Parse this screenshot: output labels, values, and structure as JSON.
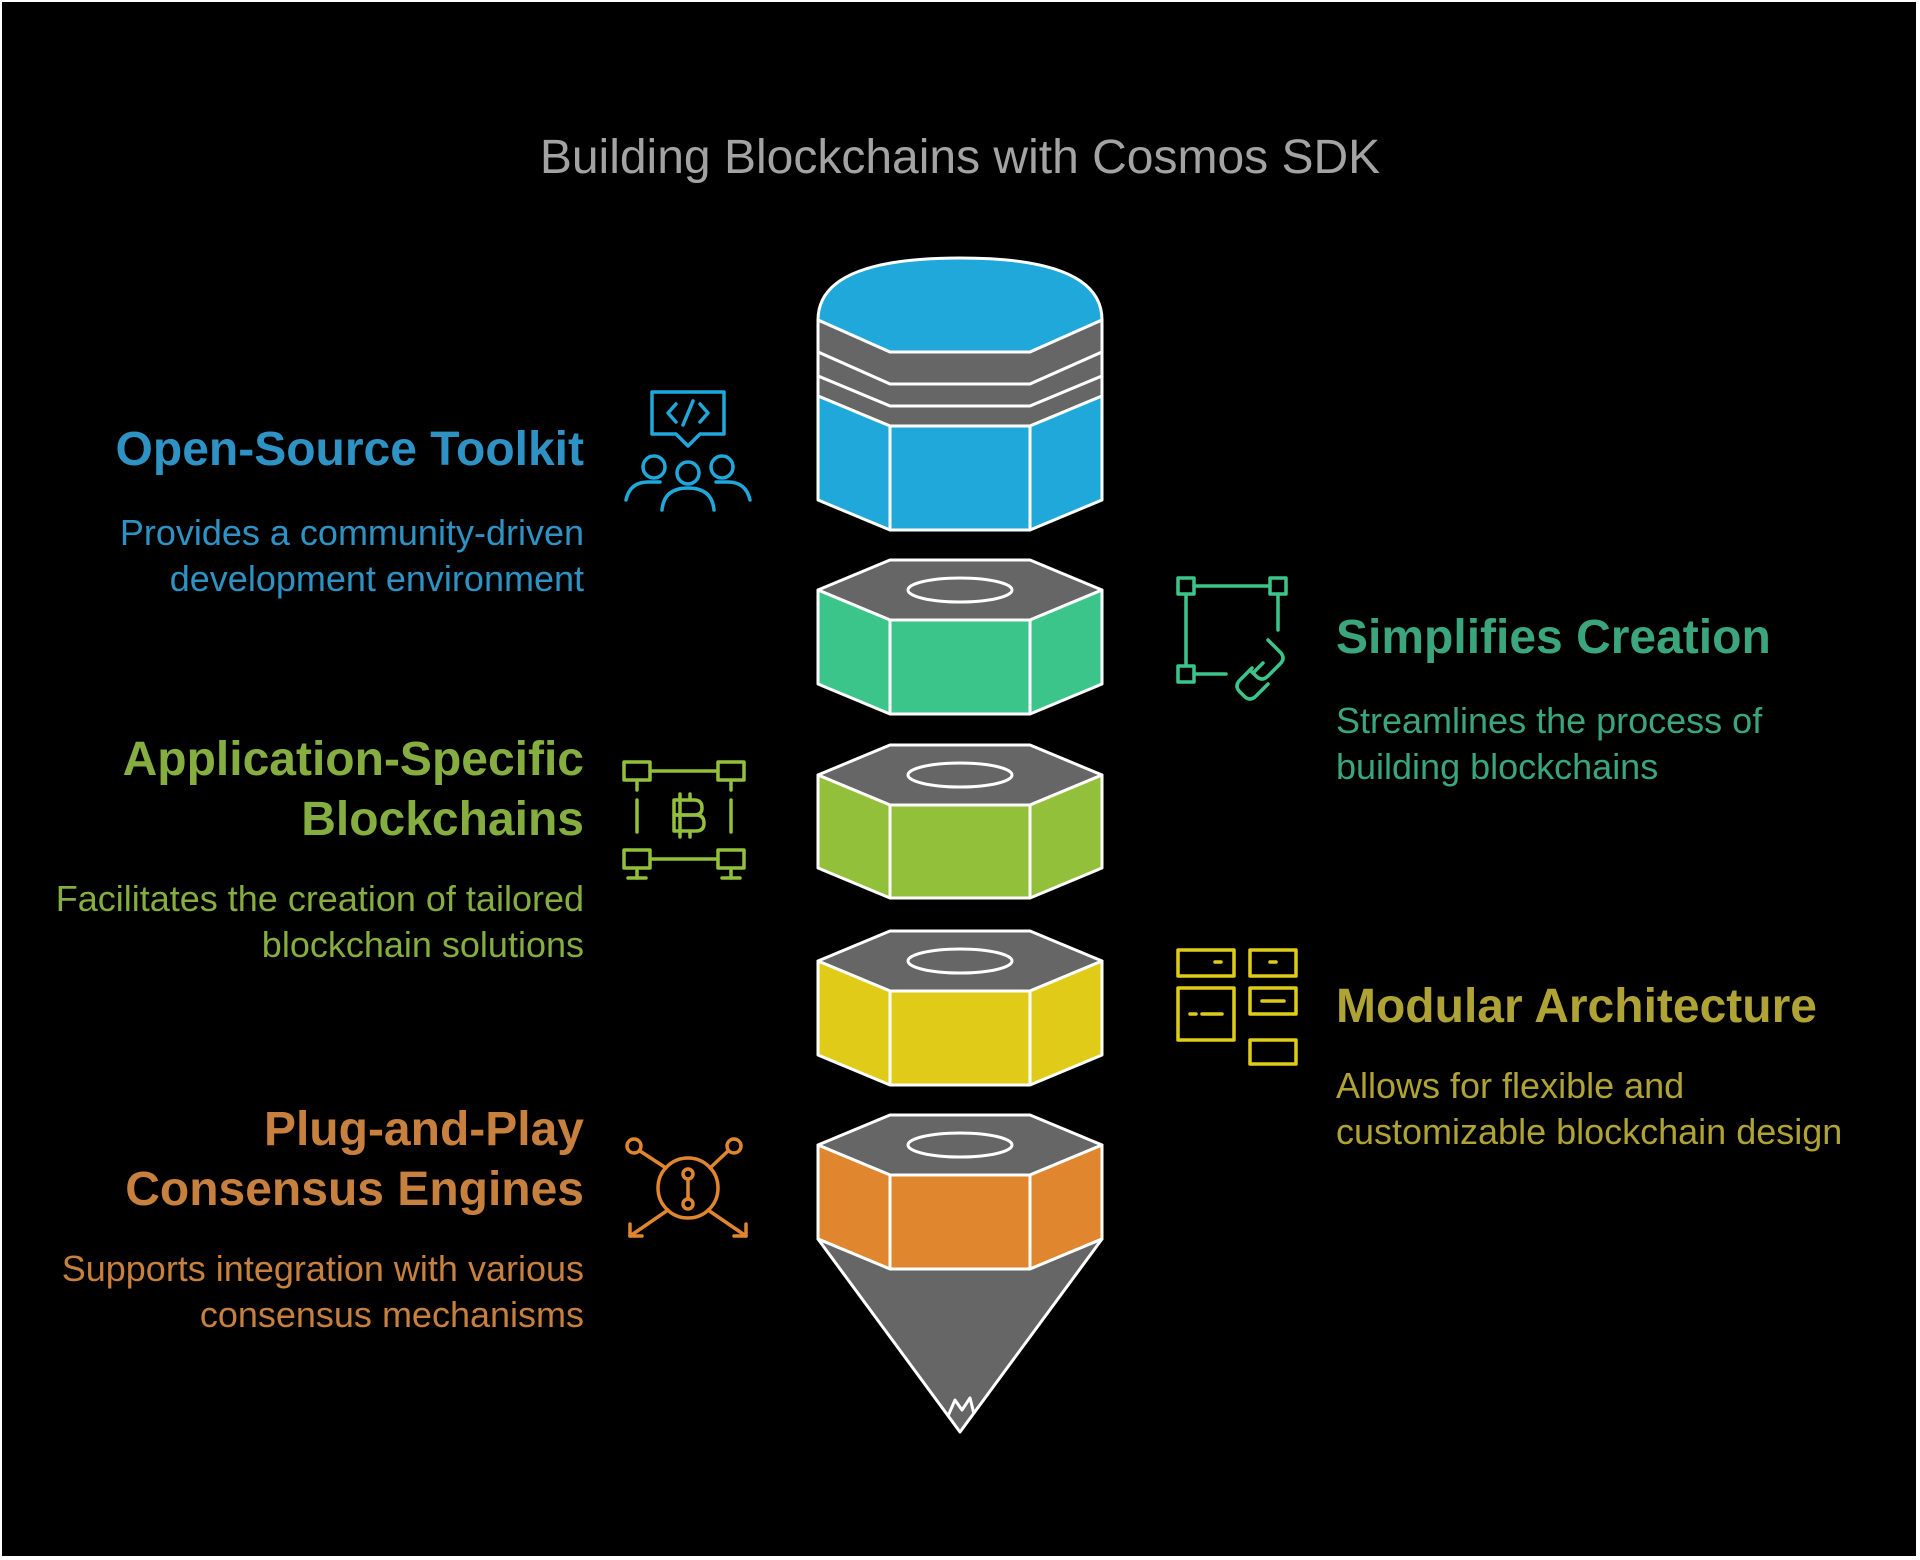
{
  "title": "Building Blockchains with Cosmos SDK",
  "items": [
    {
      "heading": "Open-Source Toolkit",
      "description": "Provides a community-driven development environment",
      "color": "#1fa8d9",
      "text_color": "#2e93c4",
      "icon": "code-community-icon"
    },
    {
      "heading": "Simplifies Creation",
      "description": "Streamlines the process of building blockchains",
      "color": "#3cc58a",
      "text_color": "#3ba67c",
      "icon": "linked-nodes-icon"
    },
    {
      "heading": "Application-Specific Blockchains",
      "description": "Facilitates the creation of tailored blockchain solutions",
      "color": "#93c03b",
      "text_color": "#86ad3f",
      "icon": "bitcoin-network-icon"
    },
    {
      "heading": "Modular Architecture",
      "description": "Allows for flexible and customizable blockchain design",
      "color": "#e0cc18",
      "text_color": "#b0a335",
      "icon": "modules-icon"
    },
    {
      "heading": "Plug-and-Play Consensus Engines",
      "description": "Supports integration with various consensus mechanisms",
      "color": "#e0862f",
      "text_color": "#c7803e",
      "icon": "branching-arrows-icon"
    }
  ]
}
